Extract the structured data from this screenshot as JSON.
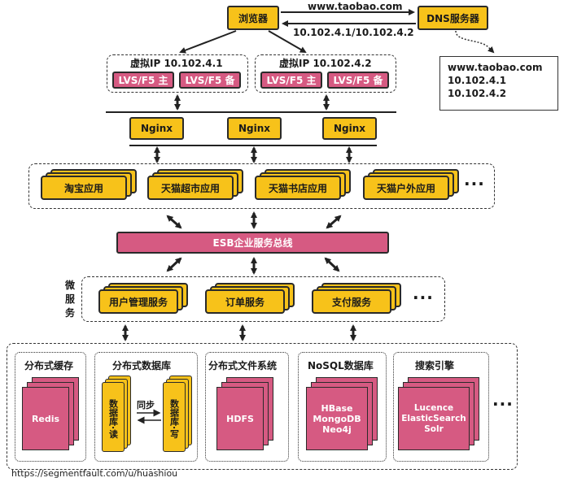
{
  "browser": {
    "label": "浏览器"
  },
  "dns": {
    "label": "DNS服务器",
    "request": "www.taobao.com",
    "response": "10.102.4.1/10.102.4.2"
  },
  "dns_record": {
    "line1": "www.taobao.com",
    "line2": "10.102.4.1",
    "line3": "10.102.4.2"
  },
  "vip": [
    {
      "title": "虚拟IP 10.102.4.1",
      "master": "LVS/F5 主",
      "backup": "LVS/F5 备"
    },
    {
      "title": "虚拟IP 10.102.4.2",
      "master": "LVS/F5 主",
      "backup": "LVS/F5 备"
    }
  ],
  "nginx": [
    "Nginx",
    "Nginx",
    "Nginx"
  ],
  "apps": {
    "items": [
      "淘宝应用",
      "天猫超市应用",
      "天猫书店应用",
      "天猫户外应用"
    ],
    "more": "···"
  },
  "esb": {
    "label": "ESB企业服务总线"
  },
  "microservices": {
    "side_label": "微服务",
    "items": [
      "用户管理服务",
      "订单服务",
      "支付服务"
    ],
    "more": "···"
  },
  "storage": {
    "cache": {
      "title": "分布式缓存",
      "content": "Redis"
    },
    "database": {
      "title": "分布式数据库",
      "read": "数据库·读",
      "write": "数据库·写",
      "sync": "同步"
    },
    "fs": {
      "title": "分布式文件系统",
      "content": "HDFS"
    },
    "nosql": {
      "title": "NoSQL数据库",
      "content1": "HBase",
      "content2": "MongoDB",
      "content3": "Neo4j"
    },
    "search": {
      "title": "搜索引擎",
      "content1": "Lucence",
      "content2": "ElasticSearch",
      "content3": "Solr"
    },
    "more": "···"
  },
  "footer": {
    "url": "https://segmentfault.com/u/huashiou"
  },
  "colors": {
    "yellow": "#f7c21a",
    "pink": "#d65a82",
    "border": "#2a2a2a"
  }
}
